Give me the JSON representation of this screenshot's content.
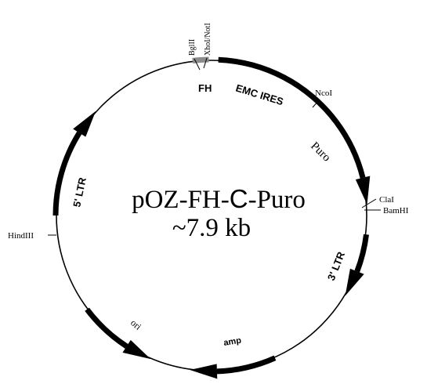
{
  "plasmid": {
    "name_prefix": "pOZ-FH-",
    "name_c": "C",
    "name_suffix": "-Puro",
    "size": "~7.9 kb"
  },
  "features": {
    "fh": "FH",
    "emc_ires": "EMC IRES",
    "puro": "Puro",
    "ltr_3": "3' LTR",
    "amp": "amp",
    "ori": "ori",
    "ltr_5": "5' LTR"
  },
  "sites": {
    "bglii": "BglII",
    "xhoi_noti": "XhoI/NotI",
    "ncoi": "NcoI",
    "clai": "ClaI",
    "bamhi": "BamHI",
    "hindiii": "HindIII"
  },
  "colors": {
    "backbone": "#000000",
    "feature_fill": "#000000",
    "fh_tag": "#8c8c8c"
  }
}
